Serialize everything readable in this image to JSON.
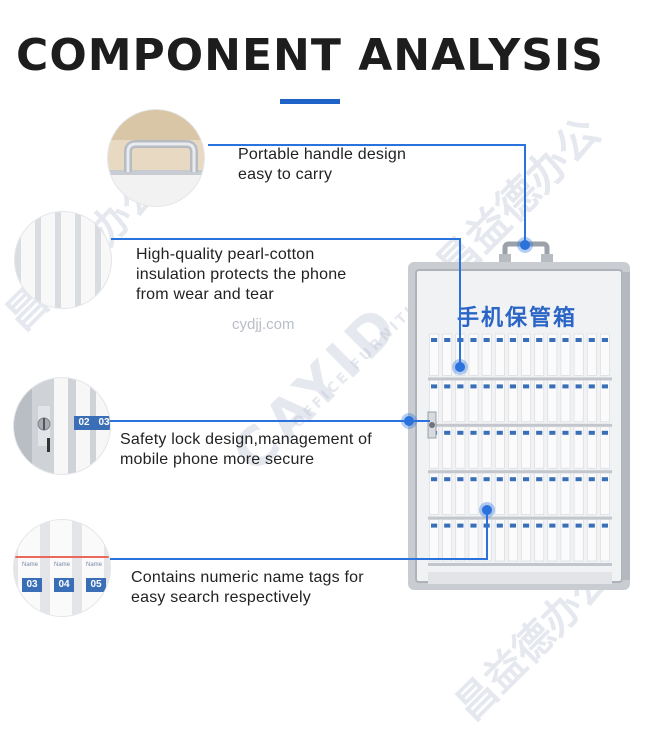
{
  "title": "COMPONENT ANALYSIS",
  "accent_color": "#1f63c9",
  "website": "cydjj.com",
  "watermarks": {
    "brand": "CAYID",
    "sub": "OFFICE FURNITURE",
    "cn": "昌益德办公"
  },
  "features": [
    {
      "icon": "handle-icon",
      "text_line1": "Portable handle design",
      "text_line2": "easy to carry"
    },
    {
      "icon": "pearl-cotton-icon",
      "text_line1": "High-quality pearl-cotton",
      "text_line2": "insulation protects the phone",
      "text_line3": "from wear and tear"
    },
    {
      "icon": "lock-icon",
      "text_line1": "Safety lock design,management of",
      "text_line2": "mobile phone more secure",
      "tags": [
        "02",
        "03"
      ]
    },
    {
      "icon": "name-tag-icon",
      "text_line1": "Contains numeric name tags for",
      "text_line2": "easy search respectively",
      "tags": [
        "03",
        "04",
        "05"
      ],
      "tag_label": "Name"
    }
  ],
  "cabinet": {
    "sign_text": "手机保管箱",
    "rows": 5,
    "columns": 14
  }
}
